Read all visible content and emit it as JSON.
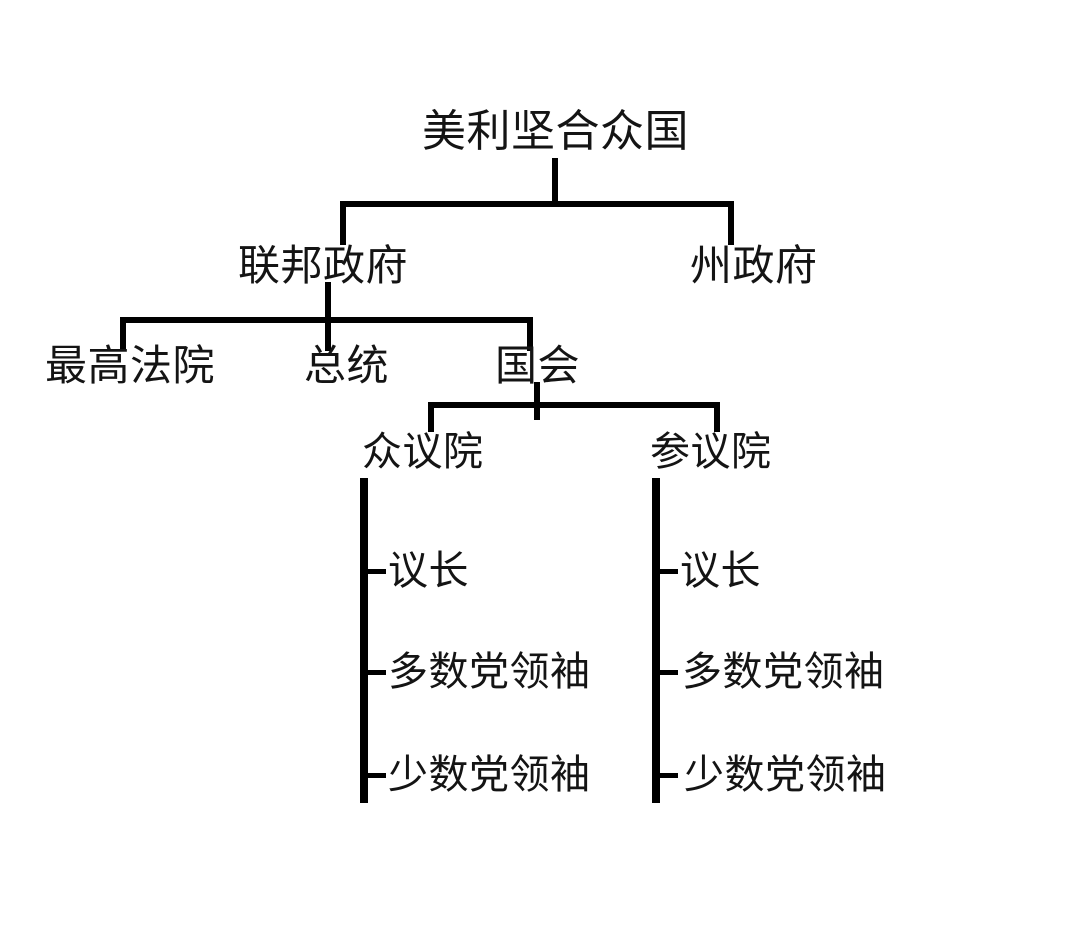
{
  "diagram": {
    "title": "美利坚合众国",
    "type": "organizational-hierarchy-tree",
    "background_color": "#ffffff",
    "line_color": "#000000",
    "text_color": "#141414",
    "root": {
      "label": "美利坚合众国",
      "children": [
        {
          "label": "联邦政府",
          "children": [
            {
              "label": "最高法院",
              "children": []
            },
            {
              "label": "总统",
              "children": []
            },
            {
              "label": "国会",
              "children": [
                {
                  "label": "众议院",
                  "children": [
                    {
                      "label": "议长"
                    },
                    {
                      "label": "多数党领袖"
                    },
                    {
                      "label": "少数党领袖"
                    }
                  ]
                },
                {
                  "label": "参议院",
                  "children": [
                    {
                      "label": "议长"
                    },
                    {
                      "label": "多数党领袖"
                    },
                    {
                      "label": "少数党领袖"
                    }
                  ]
                }
              ]
            }
          ]
        },
        {
          "label": "州政府",
          "children": []
        }
      ]
    },
    "nodes": {
      "root": "美利坚合众国",
      "federal_government": "联邦政府",
      "state_government": "州政府",
      "supreme_court": "最高法院",
      "president": "总统",
      "congress": "国会",
      "house": "众议院",
      "senate": "参议院",
      "house_speaker": "议长",
      "house_majority_leader": "多数党领袖",
      "house_minority_leader": "少数党领袖",
      "senate_speaker": "议长",
      "senate_majority_leader": "多数党领袖",
      "senate_minority_leader": "少数党领袖"
    }
  }
}
